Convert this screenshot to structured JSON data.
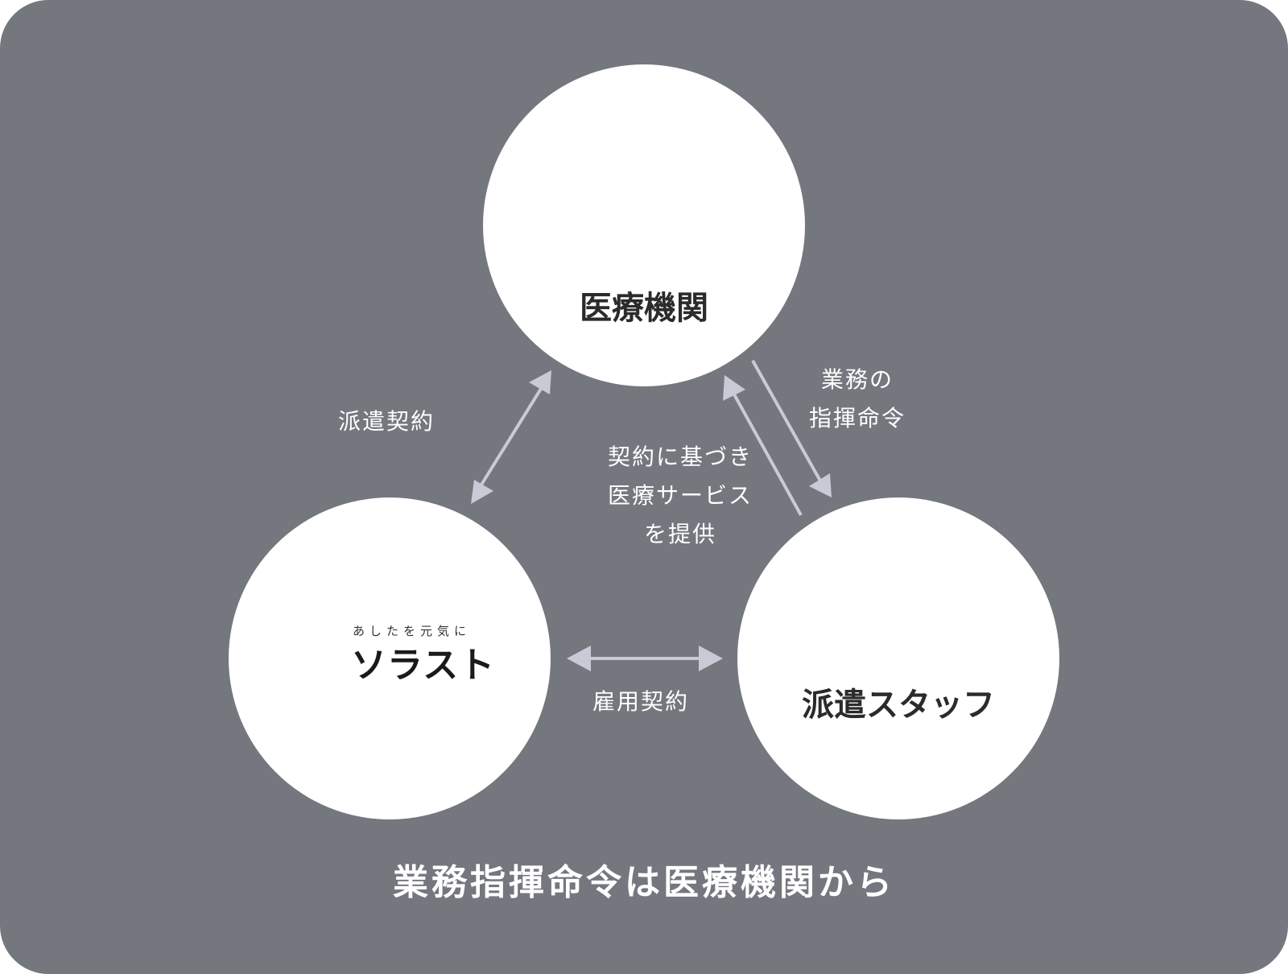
{
  "colors": {
    "panel_bg": "#75777f",
    "node_bg": "#ffffff",
    "accent": "#f7a125",
    "arrow": "#c8cad6",
    "logo_green": "#5aa63a"
  },
  "nodes": {
    "hospital": {
      "label": "医療機関",
      "icon": "hospital-building-icon"
    },
    "solast": {
      "tagline": "あしたを元気に",
      "name": "ソラスト",
      "icon": "sun-logo-icon"
    },
    "staff": {
      "label": "派遣スタッフ",
      "icon": "people-group-icon"
    }
  },
  "edges": {
    "dispatch_contract": "派遣契約",
    "employment_contract": "雇用契約",
    "command": {
      "line1": "業務の",
      "line2": "指揮命令"
    },
    "service": {
      "line1": "契約に基づき",
      "line2": "医療サービス",
      "line3": "を提供"
    }
  },
  "caption": "業務指揮命令は医療機関から"
}
